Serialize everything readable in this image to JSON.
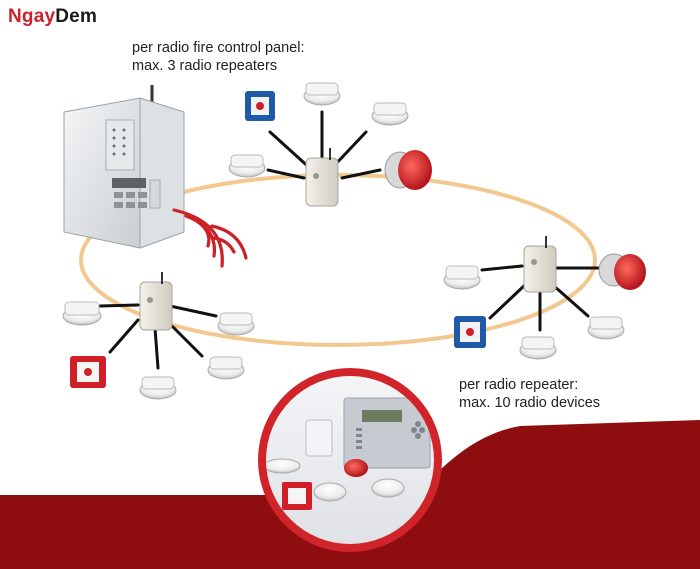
{
  "logo": {
    "part1": "Ngay",
    "part2": "Dem",
    "colors": {
      "part1": "#d0202a",
      "part2": "#1a1a1a"
    }
  },
  "captions": {
    "panel": {
      "line1": "per radio fire control panel:",
      "line2": "max. 3 radio repeaters"
    },
    "repeater": {
      "line1": "per radio repeater:",
      "line2": "max. 10 radio devices"
    }
  },
  "colors": {
    "ring": "#f2c88f",
    "banner": "#8e0e10",
    "frame": "#d0242a",
    "radio_waves": "#cc2027",
    "device_red": "#d01f26",
    "device_blue": "#1f5aa6"
  }
}
